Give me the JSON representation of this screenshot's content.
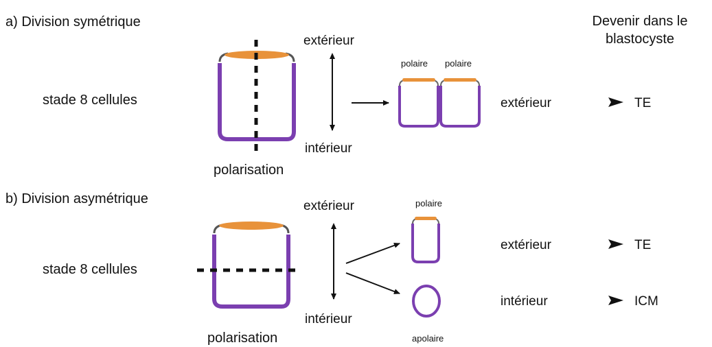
{
  "header": {
    "fate_title": "Devenir dans le blastocyste"
  },
  "section_a": {
    "title": "a) Division symétrique",
    "stage": "stade 8 cellules",
    "polarisation": "polarisation",
    "top_label": "extérieur",
    "bottom_label": "intérieur",
    "daughter_left": "polaire",
    "daughter_right": "polaire",
    "position": "extérieur",
    "fate": "TE"
  },
  "section_b": {
    "title": "b) Division asymétrique",
    "stage": "stade 8 cellules",
    "polarisation": "polarisation",
    "top_label": "extérieur",
    "bottom_label": "intérieur",
    "daughter_top": "polaire",
    "daughter_bottom": "apolaire",
    "position_top": "extérieur",
    "fate_top": "TE",
    "position_bottom": "intérieur",
    "fate_bottom": "ICM"
  },
  "colors": {
    "membrane": "#7b3fb0",
    "apical_cap": "#e8923a",
    "arrow": "#111111",
    "cell_side_top": "#555555"
  }
}
